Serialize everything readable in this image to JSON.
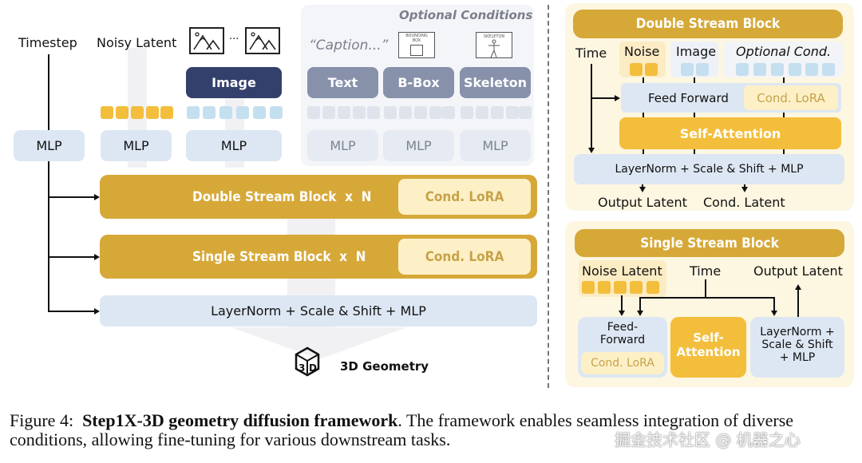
{
  "left_panel": {
    "inputs": {
      "timestep": "Timestep",
      "noisy_latent": "Noisy Latent",
      "image_ellipsis": "···",
      "image_button": "Image",
      "optional_conditions_title": "Optional Conditions",
      "caption_text": "“Caption...”",
      "bounding_box_icon_label": "BOUNDING BOX",
      "skeleton_icon_label": "SKELETON",
      "text_button": "Text",
      "bbox_button": "B-Box",
      "skeleton_button": "Skeleton"
    },
    "mlp_labels": [
      "MLP",
      "MLP",
      "MLP",
      "MLP",
      "MLP",
      "MLP"
    ],
    "double_stream": {
      "label": "Double Stream Block  x  N",
      "lora": "Cond. LoRA"
    },
    "single_stream": {
      "label": "Single Stream Block  x  N",
      "lora": "Cond. LoRA"
    },
    "final_layer": "LayerNorm + Scale & Shift + MLP",
    "output": "3D Geometry",
    "output_icon_text": "3D"
  },
  "double_stream_detail": {
    "title": "Double Stream Block",
    "time": "Time",
    "noise": "Noise",
    "image": "Image",
    "optional_cond": "Optional Cond.",
    "feed_forward": "Feed Forward",
    "cond_lora": "Cond. LoRA",
    "self_attention": "Self-Attention",
    "final_layer": "LayerNorm + Scale & Shift + MLP",
    "output_latent": "Output Latent",
    "cond_latent": "Cond. Latent"
  },
  "single_stream_detail": {
    "title": "Single Stream Block",
    "noise_latent": "Noise Latent",
    "time": "Time",
    "output_latent": "Output Latent",
    "feed_forward_1": "Feed-",
    "feed_forward_2": "Forward",
    "cond_lora": "Cond. LoRA",
    "self_attention_1": "Self-",
    "self_attention_2": "Attention",
    "final_1": "LayerNorm +",
    "final_2": "Scale & Shift",
    "final_3": "+ MLP"
  },
  "caption": {
    "prefix": "Figure 4:  ",
    "bold": "Step1X-3D geometry diffusion framework",
    "rest": ". The framework enables seamless integration of diverse conditions, allowing fine-tuning for various downstream tasks."
  },
  "watermark": "掘金技术社区 @ 机器之心",
  "colors": {
    "gold": "#d6a838",
    "token_yellow": "#f3be3c",
    "token_blue": "#c4dfef",
    "mlp_blue": "#dde7f3",
    "image_navy": "#33406b",
    "cond_gray": "#8791aa",
    "lora_cream": "#fdf0c7"
  }
}
